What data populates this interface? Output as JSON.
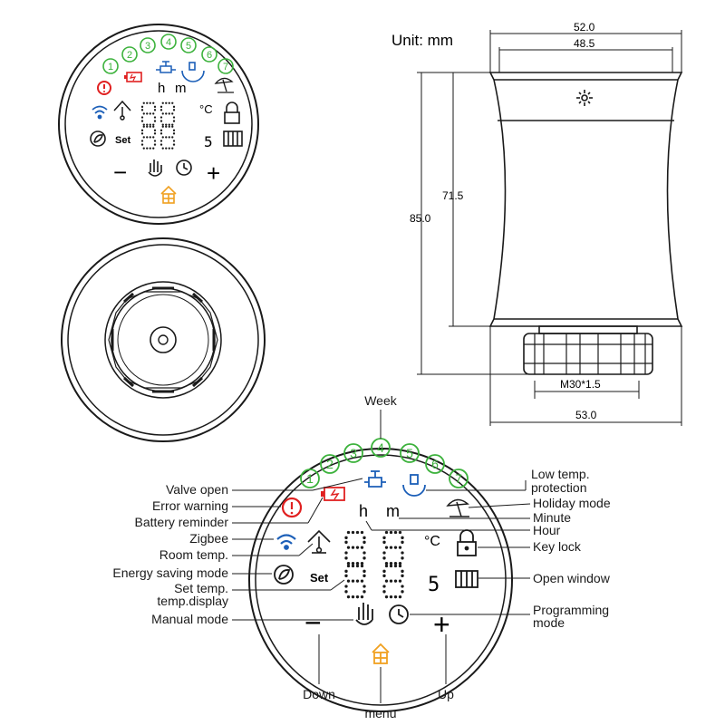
{
  "units": {
    "label": "Unit: mm"
  },
  "dimensions": {
    "top_outer": "52.0",
    "top_inner": "48.5",
    "body_height": "71.5",
    "total_height": "85.0",
    "thread": "M30*1.5",
    "bottom_width": "53.0"
  },
  "display": {
    "weekdays": [
      "1",
      "2",
      "3",
      "4",
      "5",
      "6",
      "7"
    ],
    "hour_symbol": "h",
    "minute_symbol": "m",
    "celsius": "°C",
    "seconds_digit": "5",
    "set_text": "Set",
    "minus": "−",
    "plus": "+"
  },
  "labels_left": {
    "valve_open": "Valve open",
    "error_warning": "Error warning",
    "battery_reminder": "Battery reminder",
    "zigbee": "Zigbee",
    "room_temp": "Room temp.",
    "energy_saving": "Energy saving mode",
    "set_temp_1": "Set temp.",
    "set_temp_2": "temp.display",
    "manual_mode": "Manual mode"
  },
  "labels_right": {
    "low_temp_1": "Low temp.",
    "low_temp_2": "protection",
    "holiday_mode": "Holiday mode",
    "minute": "Minute",
    "hour": "Hour",
    "key_lock": "Key lock",
    "open_window": "Open window",
    "programming_1": "Programming",
    "programming_2": "mode"
  },
  "labels_bottom": {
    "week": "Week",
    "down": "Down",
    "menu": "menu",
    "up": "Up"
  },
  "colors": {
    "green": "#3cb23c",
    "red": "#e02020",
    "blue": "#1c5fb8",
    "orange": "#f0a020",
    "line": "#1a1a1a"
  }
}
